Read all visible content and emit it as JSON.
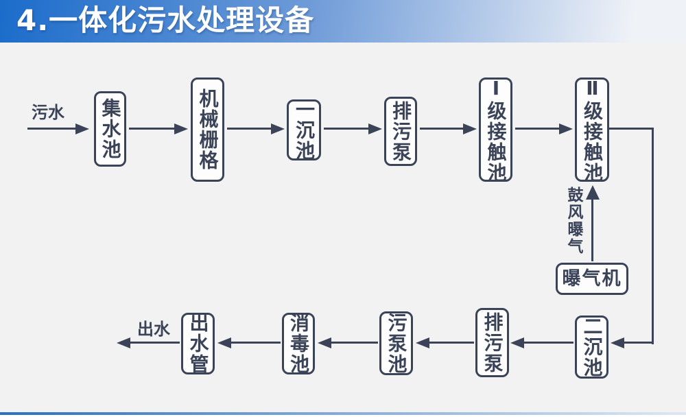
{
  "header": {
    "title": "4.一体化污水处理设备"
  },
  "diagram": {
    "inlet_label": "污水",
    "outlet_label": "出水",
    "aeration_label": "鼓风曝气",
    "nodes": {
      "collection_tank": "集水池",
      "mechanical_screen": "机械栅格",
      "primary_sedimentation": "一沉池",
      "sewage_pump_top": "排污泵",
      "contact_tank_1": "Ⅰ级接触池",
      "contact_tank_2": "Ⅱ级接触池",
      "aerator": "曝气机",
      "secondary_sedimentation": "二沉池",
      "sewage_pump_bottom": "排污泵",
      "sludge_pump_tank": "污泵池",
      "disinfection_tank": "消毒池",
      "outlet_pipe": "出水管"
    }
  },
  "colors": {
    "banner_start": "#1b6ccb",
    "banner_mid": "#6f9bd8",
    "banner_end": "#eff2f7",
    "bar_start": "#2a70c2",
    "bar_end": "#dfe7f1",
    "line": "#3a4357",
    "box_fill": "#fdfdfe",
    "background": "#f2f2f3",
    "title_text": "#ffffff"
  }
}
